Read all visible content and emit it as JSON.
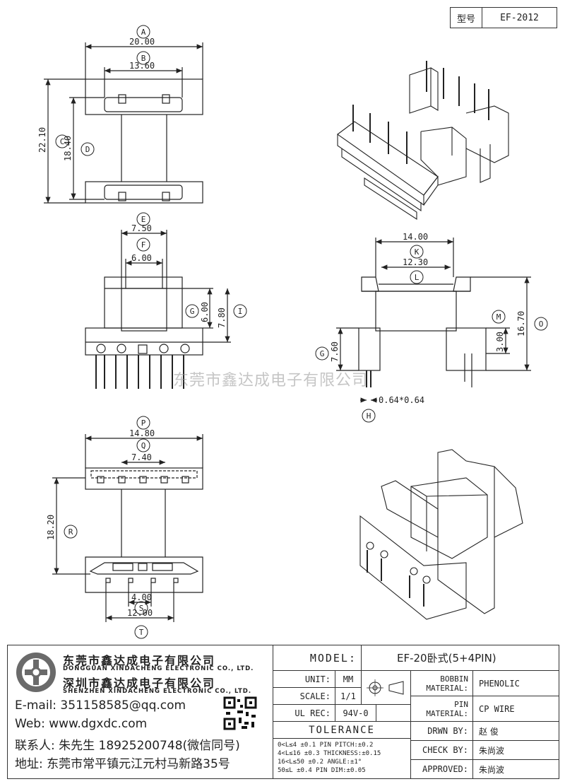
{
  "header": {
    "model_label": "型号",
    "model_value": "EF-2012"
  },
  "dims": {
    "A": "20.00",
    "B": "13.60",
    "C": "22.10",
    "D": "18.40",
    "E": "7.50",
    "F": "6.00",
    "G": "6.00",
    "I": "7.80",
    "K": "14.00",
    "L": "12.30",
    "G2": "7.60",
    "M": "3.00",
    "O": "16.70",
    "H": "0.64*0.64",
    "P": "14.80",
    "Q": "7.40",
    "R": "18.20",
    "S": "4.00",
    "T": "12.00"
  },
  "letters": {
    "A": "A",
    "B": "B",
    "C": "C",
    "D": "D",
    "E": "E",
    "F": "F",
    "G": "G",
    "I": "I",
    "K": "K",
    "L": "L",
    "G2": "G",
    "M": "M",
    "O": "O",
    "H": "H",
    "P": "P",
    "Q": "Q",
    "R": "R",
    "S": "S",
    "T": "T"
  },
  "watermark": "东莞市鑫达成电子有限公司",
  "company": {
    "name_cn_1": "东莞市鑫达成电子有限公司",
    "name_en_1": "DONGGUAN XINDACHENG ELECTRONIC CO., LTD.",
    "name_cn_2": "深圳市鑫达成电子有限公司",
    "name_en_2": "SHENZHEN XINDACHENG ELECTRONIC CO., LTD.",
    "email": "E-mail: 351158585@qq.com",
    "web": "Web: www.dgxdc.com",
    "contact": "联系人: 朱先生 18925200748(微信同号)",
    "address": "地址: 东莞市常平镇元江元村马新路35号"
  },
  "table": {
    "model_label": "MODEL:",
    "model_value": "EF-20卧式(5+4PIN)",
    "unit_label": "UNIT:",
    "unit_value": "MM",
    "scale_label": "SCALE:",
    "scale_value": "1/1",
    "ul_label": "UL REC:",
    "ul_value": "94V-0",
    "tolerance_label": "TOLERANCE",
    "bobbin_label_1": "BOBBIN",
    "bobbin_label_2": "MATERIAL:",
    "bobbin_value": "PHENOLIC",
    "pin_label_1": "PIN",
    "pin_label_2": "MATERIAL:",
    "pin_value": "CP WIRE",
    "drawn_label": "DRWN BY:",
    "drawn_value": "赵 俊",
    "check_label": "CHECK BY:",
    "check_value": "朱尚波",
    "approved_label": "APPROVED:",
    "approved_value": "朱尚波",
    "tol_rows": [
      "0<L≤4    ±0.1  PIN PITCH:±0.2",
      "4<L≤16   ±0.3  THICKNESS:±0.15",
      "16<L≤50  ±0.2  ANGLE:±1°",
      "50≤L     ±0.4  PIN DIM:±0.05"
    ]
  }
}
